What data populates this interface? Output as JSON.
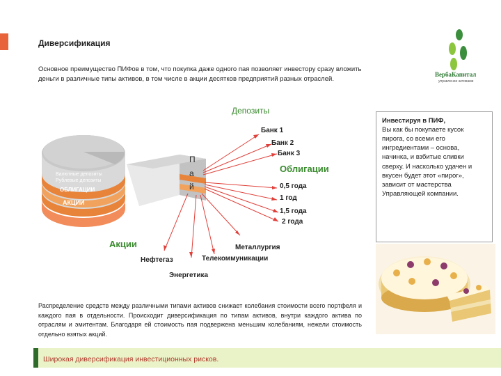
{
  "slide": {
    "title": "Диверсификация",
    "intro": "Основное преимущество ПИФов в том, что покупка даже одного пая позволяет инвестору сразу вложить деньги в различные типы активов, в том числе в акции десятков предприятий разных отраслей."
  },
  "logo": {
    "name": "ВербаКапитал",
    "tagline": "управление активами"
  },
  "pie": {
    "layers": [
      "Валютные депозиты",
      "Рублевые депозиты",
      "ОБЛИГАЦИИ",
      "АКЦИИ"
    ],
    "piece_letters": [
      "П",
      "а",
      "й"
    ]
  },
  "diagram": {
    "deposits": {
      "label": "Депозиты",
      "items": [
        "Банк 1",
        "Банк 2",
        "Банк 3"
      ]
    },
    "bonds": {
      "label": "Облигации",
      "items": [
        "0,5 года",
        "1 год",
        "1,5 года",
        "2 года"
      ]
    },
    "stocks": {
      "label": "Акции",
      "items": [
        "Нефтегаз",
        "Металлургия",
        "Телекоммуникации",
        "Энергетика"
      ]
    }
  },
  "sidebar": {
    "title": "Инвестируя в ПИФ,",
    "text": "Вы как бы покупаете кусок пирога, со всеми его ингредиентами – основа, начинка, и взбитые сливки сверху. И насколько удачен и вкусен будет этот «пирог», зависит от мастерства Управляющей компании."
  },
  "bottom": {
    "text": "Распределение средств между различными типами активов снижает колебания стоимости всего портфеля и каждого пая в отдельности. Происходит диверсификация по типам активов, внутри каждого актива по отраслям и эмитентам. Благодаря ей стоимость пая подвержена меньшим колебаниям, нежели стоимость отдельно взятых акций.",
    "footer": "Широкая диверсификация инвестиционных рисков."
  },
  "colors": {
    "accent": "#e8633a",
    "green_text": "#3a8a2e",
    "footer_bg": "#eaf3c8",
    "footer_text": "#b0372b",
    "arrow": "#e0403a"
  }
}
